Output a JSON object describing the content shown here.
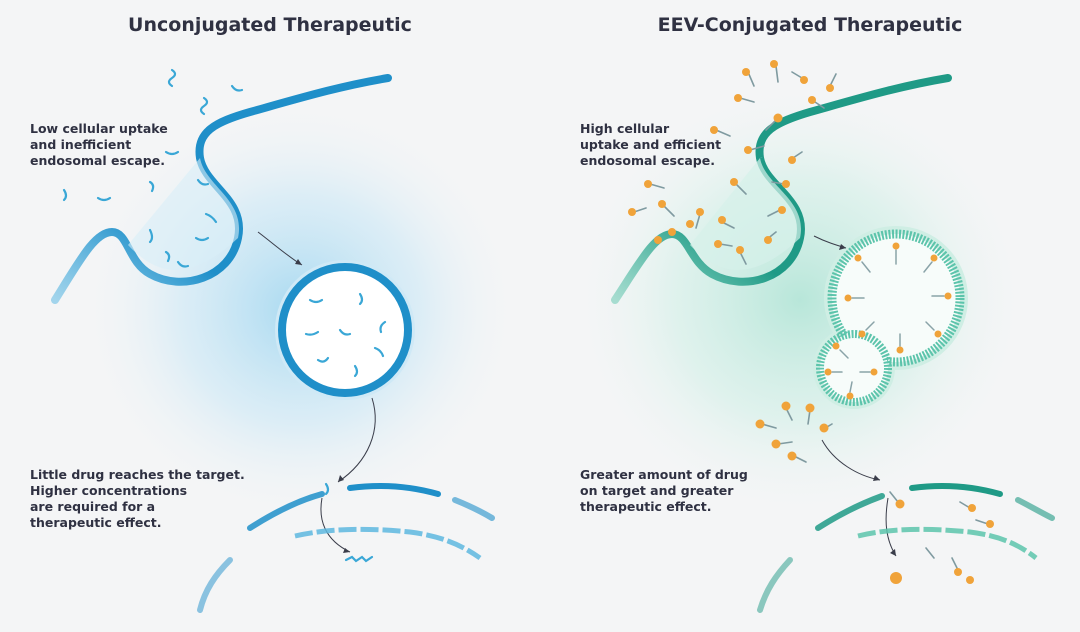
{
  "left_panel": {
    "title": "Unconjugated Therapeutic",
    "caption_top": "Low cellular uptake\nand inefficient\nendosomal escape.",
    "caption_bottom": "Little drug reaches the target.\nHigher concentrations\nare required for a\ntherapeutic effect.",
    "accent_color": "#1f8fc9"
  },
  "right_panel": {
    "title": "EEV-Conjugated Therapeutic",
    "caption_top": "High cellular\nuptake and efficient\nendosomal escape.",
    "caption_bottom": "Greater amount of drug\non target and greater\ntherapeutic effect.",
    "accent_color": "#1f9a86",
    "conjugate_color": "#f0a33a"
  }
}
